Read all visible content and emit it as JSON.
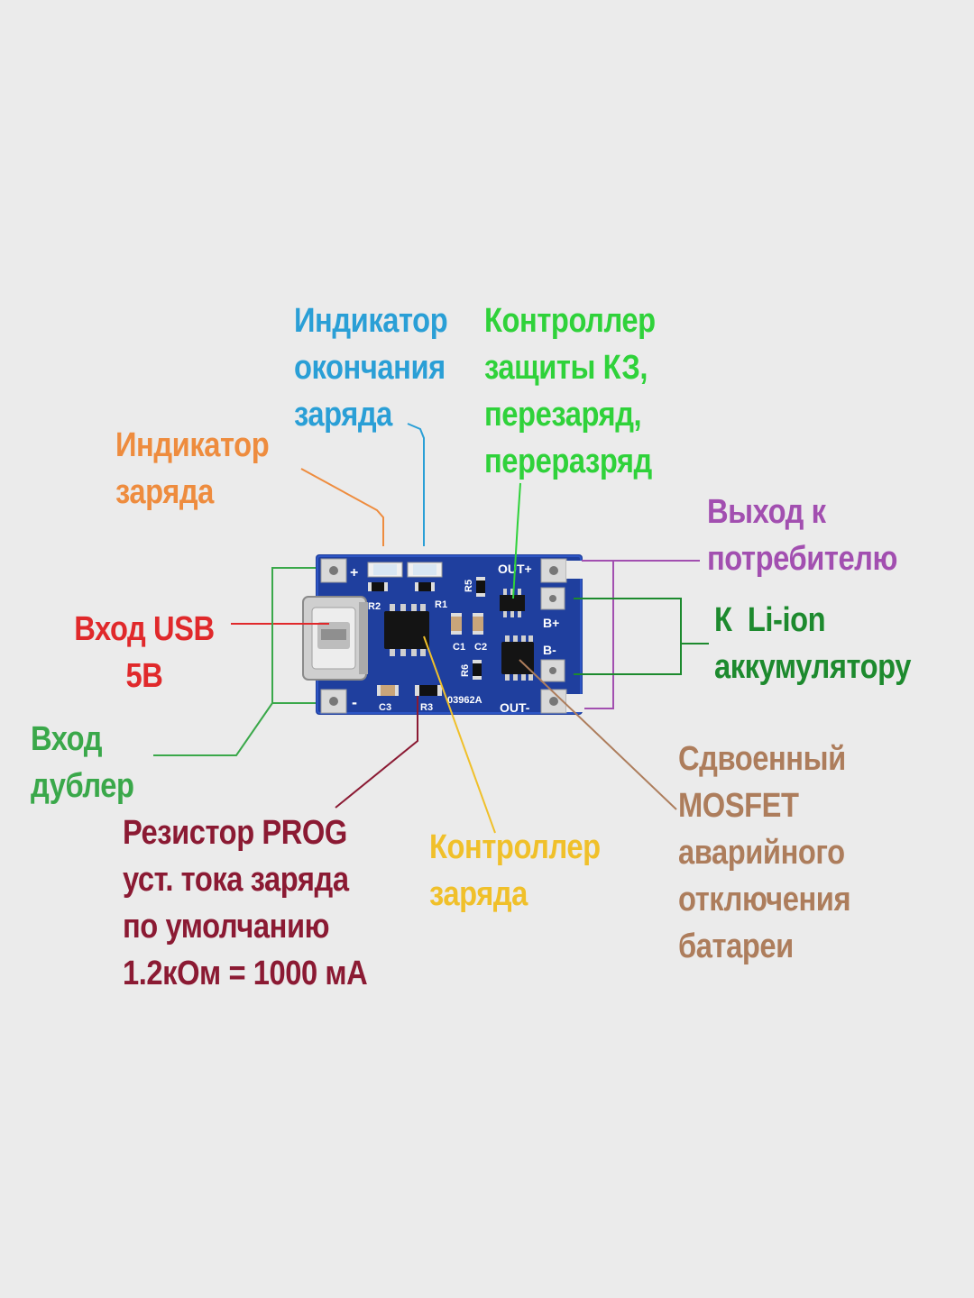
{
  "colors": {
    "background": "#ebebeb",
    "pcb": "#1f3f9e",
    "full_indicator": "#2a9fd6",
    "protection_controller": "#2fd23a",
    "charge_indicator": "#ee8c3e",
    "output": "#a24fb0",
    "battery": "#1d8a2e",
    "usb_input": "#e0292b",
    "dup_input": "#3aa84a",
    "prog_resistor": "#8b1a33",
    "charge_controller": "#f0c02a",
    "mosfet": "#ad7d5c"
  },
  "labels": {
    "full_indicator": [
      "Индикатор",
      "окончания",
      "заряда"
    ],
    "protection_controller": [
      "Контроллер",
      "защиты КЗ,",
      "перезаряд,",
      "переразряд"
    ],
    "charge_indicator": [
      "Индикатор",
      "заряда"
    ],
    "output": [
      "Выход к",
      "потребителю"
    ],
    "battery": [
      "К  Li-ion",
      "аккумулятору"
    ],
    "usb_input": [
      "Вход USB",
      "5В"
    ],
    "dup_input": [
      "Вход",
      "дублер"
    ],
    "prog_resistor": [
      "Резистор PROG",
      "уст. тока заряда",
      "по умолчанию",
      "1.2кОм = 1000 мА"
    ],
    "charge_controller": [
      "Контроллер",
      "заряда"
    ],
    "mosfet": [
      "Сдвоенный",
      "MOSFET",
      "аварийного",
      "отключения",
      "батареи"
    ]
  },
  "board": {
    "out_plus": "OUT+",
    "out_minus": "OUT-",
    "b_plus": "B+",
    "b_minus": "B-",
    "plus": "+",
    "minus": "-",
    "r1": "R1",
    "r2": "R2",
    "r3": "R3",
    "r5": "R5",
    "r6": "R6",
    "c1": "C1",
    "c2": "C2",
    "c3": "C3",
    "model": "03962A"
  }
}
